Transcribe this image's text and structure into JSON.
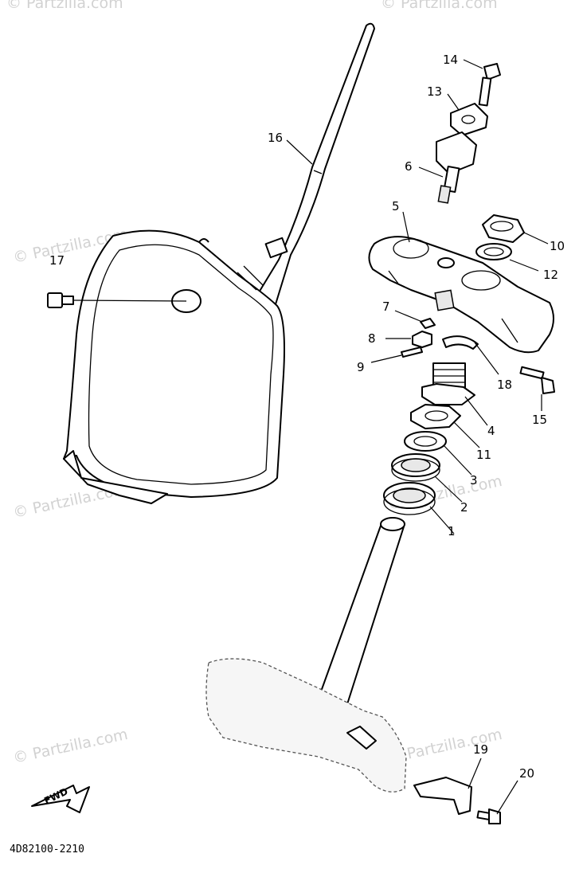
{
  "diagram": {
    "watermark": "© Partzilla.com",
    "diagram_code": "4D82100-2210",
    "fwd_label": "FWD",
    "callouts": [
      {
        "id": "c1",
        "label": "1"
      },
      {
        "id": "c2",
        "label": "2"
      },
      {
        "id": "c3",
        "label": "3"
      },
      {
        "id": "c4",
        "label": "4"
      },
      {
        "id": "c5",
        "label": "5"
      },
      {
        "id": "c6",
        "label": "6"
      },
      {
        "id": "c7",
        "label": "7"
      },
      {
        "id": "c8",
        "label": "8"
      },
      {
        "id": "c9",
        "label": "9"
      },
      {
        "id": "c10",
        "label": "10"
      },
      {
        "id": "c11",
        "label": "11"
      },
      {
        "id": "c12",
        "label": "12"
      },
      {
        "id": "c13",
        "label": "13"
      },
      {
        "id": "c14",
        "label": "14"
      },
      {
        "id": "c15",
        "label": "15"
      },
      {
        "id": "c16",
        "label": "16"
      },
      {
        "id": "c17",
        "label": "17"
      },
      {
        "id": "c18",
        "label": "18"
      },
      {
        "id": "c19",
        "label": "19"
      },
      {
        "id": "c20",
        "label": "20"
      }
    ]
  }
}
